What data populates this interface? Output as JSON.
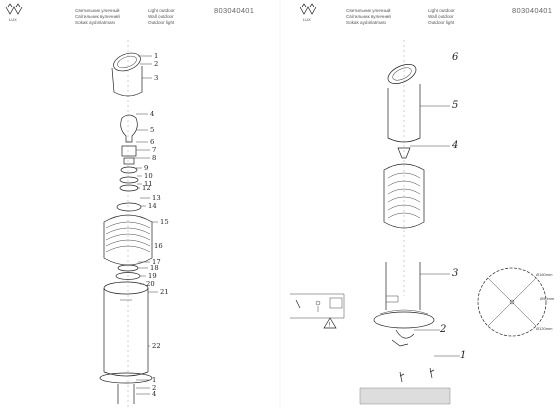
{
  "brand": {
    "caption": "LUX"
  },
  "left_page": {
    "product_code": "803040401",
    "header_lines": [
      "Светильник уличный",
      "Світильник вуличний",
      "Sokak aydınlatması"
    ],
    "header_lines_right": [
      "Light outdoor",
      "Wall outdoor",
      "Outdoor light"
    ],
    "callouts": [
      "1",
      "2",
      "3",
      "4",
      "5",
      "6",
      "7",
      "8",
      "9",
      "10",
      "11",
      "12",
      "13",
      "14",
      "15",
      "16",
      "17",
      "18",
      "19",
      "20",
      "21",
      "22",
      "1",
      "2",
      "4"
    ]
  },
  "right_page": {
    "product_code": "803040401",
    "header_lines": [
      "Светильник уличный",
      "Світильник вуличний",
      "Sokak aydınlatması"
    ],
    "header_lines_right": [
      "Light outdoor",
      "Wall outdoor",
      "Outdoor light"
    ],
    "callouts": [
      "6",
      "5",
      "4",
      "3",
      "2",
      "1"
    ],
    "dimension_labels": [
      "Ø160mm",
      "Ø90mm",
      "Ø120mm"
    ]
  }
}
